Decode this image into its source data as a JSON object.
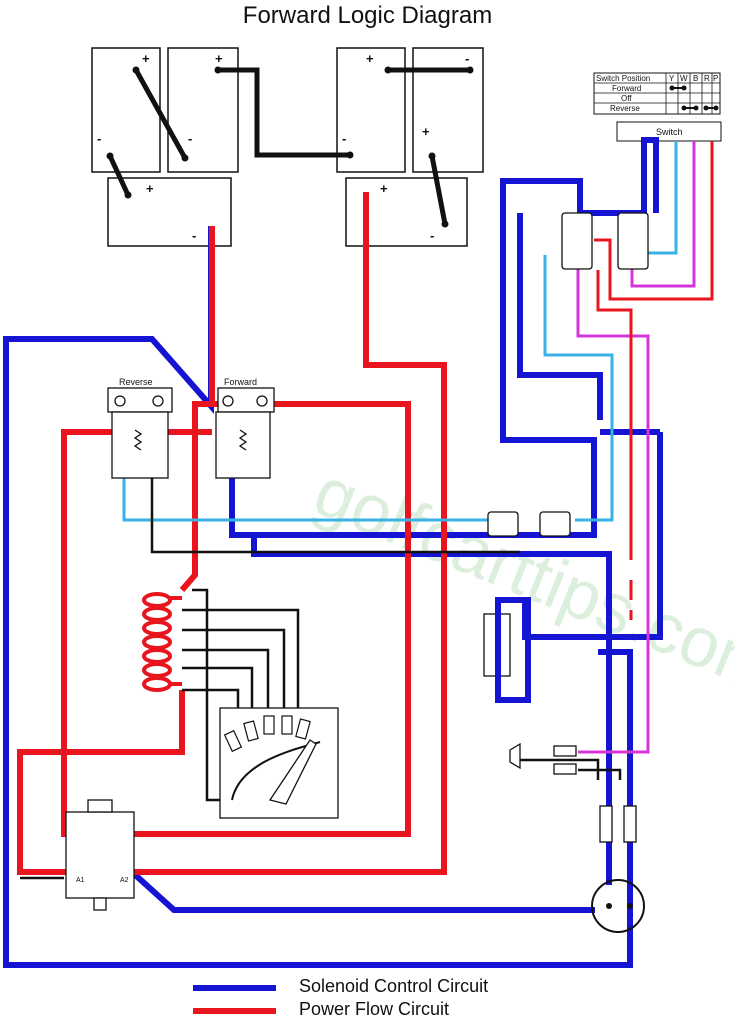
{
  "title": "Forward Logic Diagram",
  "colors": {
    "control": "#1414d2",
    "power": "#e8141e",
    "wire_black": "#111111",
    "wire_lightblue": "#39b2e6",
    "wire_magenta": "#d535d8",
    "watermark": "#d7ecd7"
  },
  "batteries": {
    "plus": "+",
    "minus": "-"
  },
  "switch_table": {
    "headers": [
      "Switch Position",
      "Y",
      "W",
      "B",
      "R",
      "P"
    ],
    "rows": [
      "Forward",
      "Off",
      "Reverse"
    ],
    "switch_label": "Switch"
  },
  "solenoids": {
    "reverse": "Reverse",
    "forward": "Forward"
  },
  "motor": {
    "a1": "A1",
    "a2": "A2"
  },
  "watermark": "golfcarttips.com",
  "legend": [
    {
      "label": "Solenoid Control Circuit",
      "color": "#1414d2"
    },
    {
      "label": "Power Flow Circuit",
      "color": "#e8141e"
    }
  ]
}
